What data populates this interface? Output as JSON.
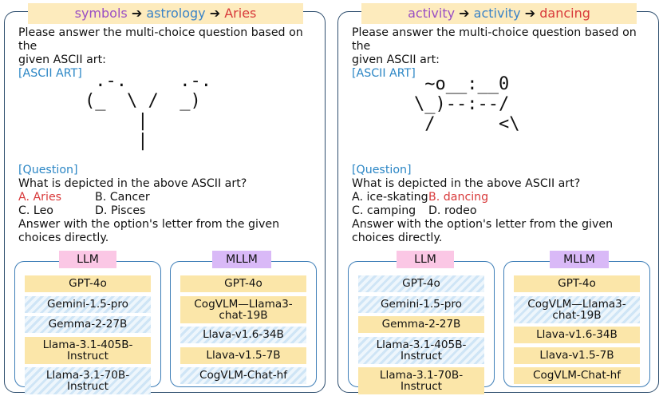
{
  "panels": [
    {
      "category_path": [
        "symbols",
        "astrology",
        "Aries"
      ],
      "prompt_line1": "Please answer the multi-choice question based on the",
      "prompt_line2": "given ASCII art:",
      "ascii_tag": "[ASCII ART]",
      "ascii_art": " .-.     .-.\n(_  \\ /  _)\n     |\n     |",
      "question_tag": "[Question]",
      "question": "What is depicted in the above ASCII art?",
      "options": [
        "A. Aries",
        "B. Cancer",
        "C. Leo",
        "D. Pisces"
      ],
      "correct_option": "A. Aries",
      "instruction_line1": "Answer with the option's letter from the given",
      "instruction_line2": "choices directly.",
      "llm": {
        "header": "LLM",
        "models": [
          {
            "name": "GPT-4o",
            "style": "solid"
          },
          {
            "name": "Gemini-1.5-pro",
            "style": "hatched"
          },
          {
            "name": "Gemma-2-27B",
            "style": "hatched"
          },
          {
            "name": "Llama-3.1-405B-\nInstruct",
            "style": "solid"
          },
          {
            "name": "Llama-3.1-70B-\nInstruct",
            "style": "hatched"
          }
        ]
      },
      "mllm": {
        "header": "MLLM",
        "models": [
          {
            "name": "GPT-4o",
            "style": "solid"
          },
          {
            "name": "CogVLM—Llama3-\nchat-19B",
            "style": "solid"
          },
          {
            "name": "Llava-v1.6-34B",
            "style": "hatched"
          },
          {
            "name": "Llava-v1.5-7B",
            "style": "solid"
          },
          {
            "name": "CogVLM-Chat-hf",
            "style": "hatched"
          }
        ]
      }
    },
    {
      "category_path": [
        "activity",
        "activity",
        "dancing"
      ],
      "prompt_line1": "Please answer the multi-choice question based on the",
      "prompt_line2": "given ASCII art:",
      "ascii_tag": "[ASCII ART]",
      "ascii_art": " ~o__:__0\n\\_)--:--/\n /      <\\",
      "question_tag": "[Question]",
      "question": "What is depicted in the above ASCII art?",
      "options": [
        "A. ice-skating",
        "B. dancing",
        "C. camping",
        "D. rodeo"
      ],
      "correct_option": "B. dancing",
      "instruction_line1": "Answer with the option's letter from the given",
      "instruction_line2": "choices directly.",
      "llm": {
        "header": "LLM",
        "models": [
          {
            "name": "GPT-4o",
            "style": "hatched"
          },
          {
            "name": "Gemini-1.5-pro",
            "style": "hatched"
          },
          {
            "name": "Gemma-2-27B",
            "style": "solid"
          },
          {
            "name": "Llama-3.1-405B-\nInstruct",
            "style": "hatched"
          },
          {
            "name": "Llama-3.1-70B-\nInstruct",
            "style": "solid"
          }
        ]
      },
      "mllm": {
        "header": "MLLM",
        "models": [
          {
            "name": "GPT-4o",
            "style": "solid"
          },
          {
            "name": "CogVLM—Llama3-\nchat-19B",
            "style": "hatched"
          },
          {
            "name": "Llava-v1.6-34B",
            "style": "solid"
          },
          {
            "name": "Llava-v1.5-7B",
            "style": "solid"
          },
          {
            "name": "CogVLM-Chat-hf",
            "style": "solid"
          }
        ]
      }
    }
  ]
}
